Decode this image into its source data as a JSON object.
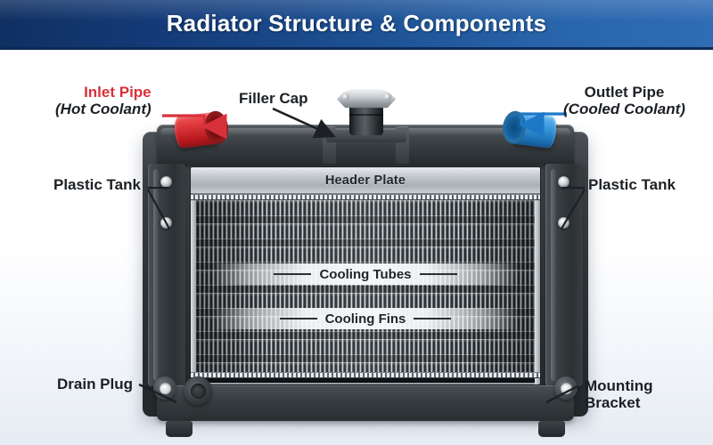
{
  "header": {
    "title": "Radiator Structure & Components"
  },
  "colors": {
    "title_bar_dark": "#0f2f61",
    "title_bar_light": "#2f6cb4",
    "inlet_red": "#d8313a",
    "outlet_blue": "#1d78c8",
    "label_dark": "#1c2024",
    "metal_light": "#e8ebee",
    "metal_dark": "#23282b"
  },
  "labels": {
    "inlet": {
      "line1": "Inlet Pipe",
      "line2": "(Hot Coolant)"
    },
    "filler": {
      "line1": "Filler Cap"
    },
    "outlet": {
      "line1": "Outlet Pipe",
      "line2": "(Cooled Coolant)"
    },
    "tank_left": {
      "line1": "Plastic Tank"
    },
    "tank_right": {
      "line1": "Plastic Tank"
    },
    "drain": {
      "line1": "Drain Plug"
    },
    "mounting": {
      "line1": "Mounting",
      "line2": "Bracket"
    }
  },
  "inner_labels": {
    "header_plate": "Header Plate",
    "cooling_tubes": "Cooling Tubes",
    "cooling_fins": "Cooling Fins"
  },
  "icons": {
    "inlet_arrow": "down-arrow-icon",
    "outlet_arrow": "down-arrow-icon",
    "filler_arrow": "diagonal-arrow-icon"
  }
}
